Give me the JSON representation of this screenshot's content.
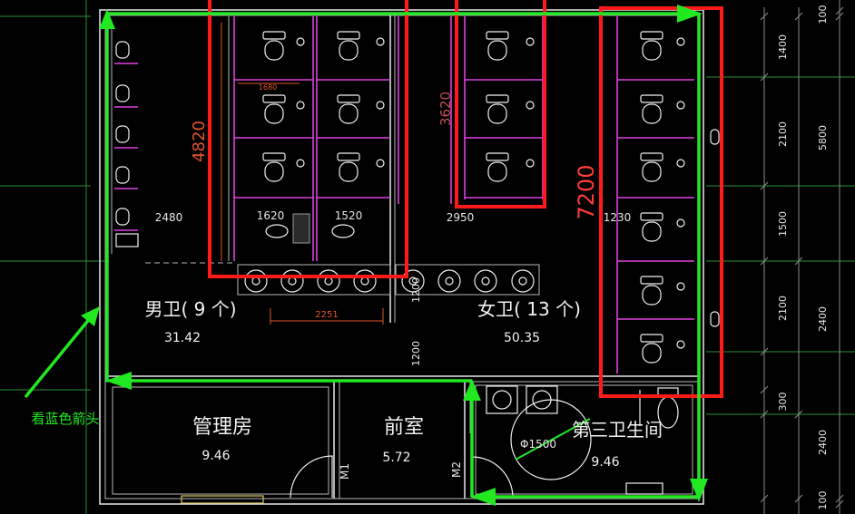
{
  "annotation": {
    "text": "看蓝色箭头"
  },
  "rooms": {
    "men_restroom": {
      "name": "男卫( 9 个)",
      "area": "31.42"
    },
    "women_restroom": {
      "name": "女卫( 13 个)",
      "area": "50.35"
    },
    "management_room": {
      "name": "管理房",
      "area": "9.46"
    },
    "anteroom": {
      "name": "前室",
      "area": "5.72"
    },
    "third_restroom": {
      "name": "第三卫生间",
      "area": "9.46"
    }
  },
  "doors": {
    "m1": "M1",
    "m2": "M2"
  },
  "turning_circle": "Φ1500",
  "dimensions": {
    "men_stall_block": "4820",
    "women_stall_block": "3620",
    "women_stall_row": "7200",
    "stall_width": "1680",
    "sink_counter": "2251",
    "horizontal": [
      "2480",
      "1620",
      "1520",
      "2950",
      "1230"
    ],
    "passage": [
      "1200",
      "1200"
    ],
    "right_inner": [
      "1400",
      "2100",
      "1500",
      "2100",
      "300"
    ],
    "right_outer": [
      "100",
      "5800",
      "2400",
      "2400",
      "100"
    ]
  },
  "colors": {
    "background": "#000000",
    "wall": "#e8e8e8",
    "partition": "#e040e0",
    "highlight_outline": "#ff1a1a",
    "route_arrow": "#22e822",
    "dimension_red": "#e0562a"
  }
}
